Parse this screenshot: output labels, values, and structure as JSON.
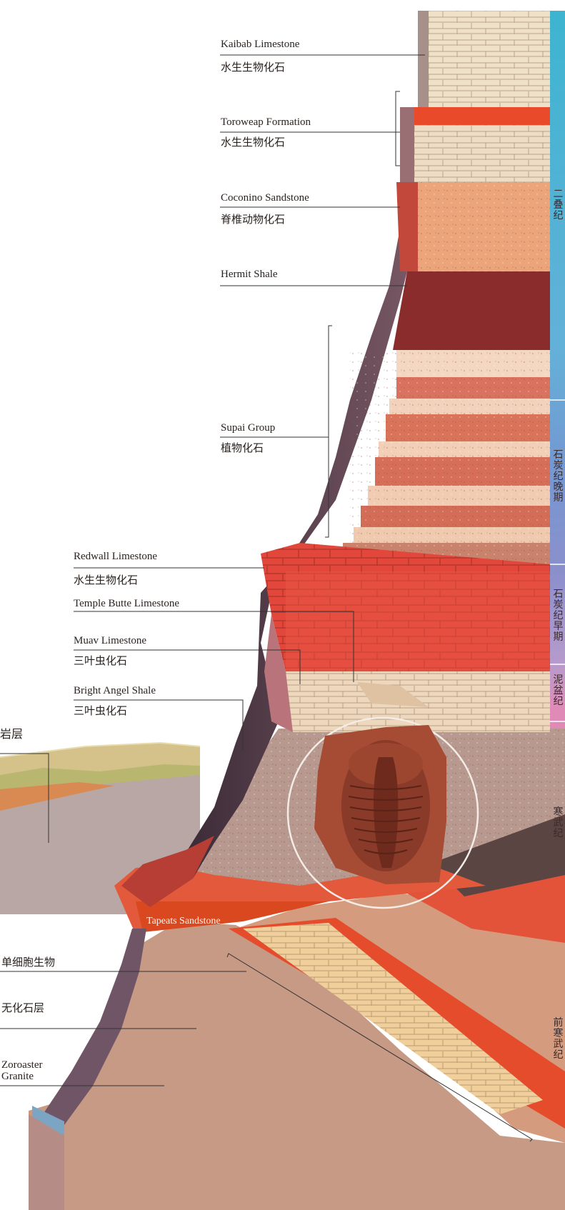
{
  "layers": [
    {
      "name_en": "Kaibab Limestone",
      "fossil": "水生生物化石"
    },
    {
      "name_en": "Toroweap Formation",
      "fossil": "水生生物化石"
    },
    {
      "name_en": "Coconino Sandstone",
      "fossil": "脊椎动物化石"
    },
    {
      "name_en": "Hermit Shale",
      "fossil": ""
    },
    {
      "name_en": "Supai Group",
      "fossil": "植物化石"
    },
    {
      "name_en": "Redwall Limestone",
      "fossil": "水生生物化石"
    },
    {
      "name_en": "Temple Butte Limestone",
      "fossil": ""
    },
    {
      "name_en": "Muav Limestone",
      "fossil": "三叶虫化石"
    },
    {
      "name_en": "Bright Angel Shale",
      "fossil": "三叶虫化石"
    },
    {
      "name_en": "Tapeats Sandstone",
      "fossil": ""
    }
  ],
  "left_labels": {
    "cut_layer": "岩层",
    "unicellular": "单细胞生物",
    "no_fossil": "无化石层",
    "granite_line1": "Zoroaster",
    "granite_line2": "Granite"
  },
  "periods": [
    {
      "name": "二叠纪",
      "color": "#55b8d4"
    },
    {
      "name": "石炭纪晚期",
      "color": "#6f9ed3"
    },
    {
      "name": "石炭纪早期",
      "color": "#8a93cf"
    },
    {
      "name": "泥盆纪",
      "color": "#a99acb"
    },
    {
      "name": "寒武纪",
      "color": "#e38fb7"
    },
    {
      "name": "前寒武纪",
      "color": "#ec7f9a"
    }
  ]
}
